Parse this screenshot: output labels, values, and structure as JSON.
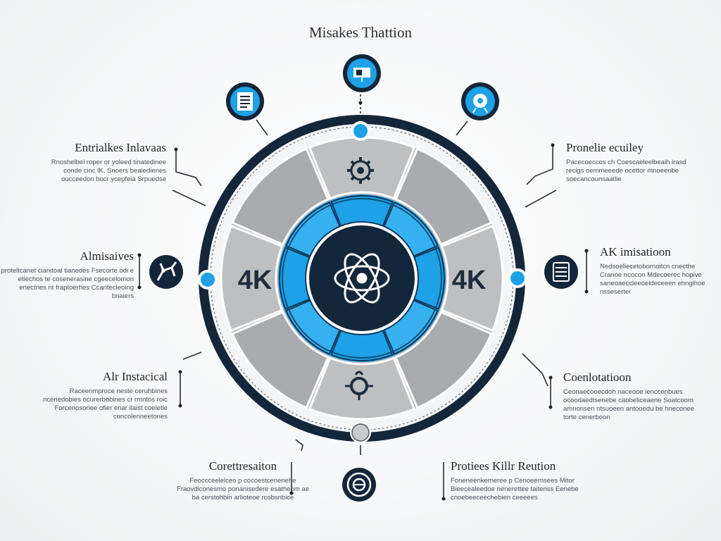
{
  "title": "Misakes Thattion",
  "hub": {
    "left_text": "4K",
    "right_text": "4K"
  },
  "labels": [
    {
      "id": "top-left",
      "heading": "Entrialkes Inlavaas",
      "body": "Rnoshelbel roper or yoleed tinatedinee conde cinc lK. Snoers beaiedienes oucceedon bocr ycepfeia Srpuedse"
    },
    {
      "id": "mid-left",
      "heading": "Almisaives",
      "body": "proteltcanet cianitoal tianedes Fsecorte odi e etiechos te cosenerasine cgeecelomon enectnes nt fraptoerhes Ccantecleoing bnaiers"
    },
    {
      "id": "low-left",
      "heading": "Alr Instacical",
      "body": "Raceenmproce neste ceruhbines ncenedobies ocurerbobines cr rmntos roic Forcenosoriee ofier enar ilaist coeletle concolenneetones"
    },
    {
      "id": "bottom-left",
      "heading": "Corettresaiton",
      "body": "Feoccceelelceo p cocoestcenenehe Fraovdiconesmo ponanisedere esatheom ae ba cerstohbin arlioteoe rcobsnbice"
    },
    {
      "id": "top-right",
      "heading": "Pronelie ecuiley",
      "body": "Pacecoeccos ch Coescaeleelbeaih irasd recigs oemmeeede ocettor mnoeenbe soecancounsaatlie"
    },
    {
      "id": "mid-right",
      "heading": "AK imisatioon",
      "body": "Nedsoeliecetobornoitcn cnecthe Cranoe ncocon Mdecoerec hopive saneoaeccleeoeldeceeen ehngihoe nssesertei"
    },
    {
      "id": "low-right",
      "heading": "Coenlotatioon",
      "body": "Ceonaecooecdoh naceooe ienccenbues ocoodaedtsenebe caobeliceaene Soatcoom amnonsen ntsuoeen antooedu be hneconee torte cenerboon"
    },
    {
      "id": "bottom-right",
      "heading": "Protiees Killr Reution",
      "body": "Foneneenkemeree p Cenoeernsees Mitor Bieecealeedoe nenerettee taiteriss Eenebe cnoebeeceechebien ceeeees"
    }
  ],
  "icons": [
    {
      "position": "top",
      "name": "presentation-board-icon"
    },
    {
      "position": "upper-left",
      "name": "document-list-icon"
    },
    {
      "position": "upper-right",
      "name": "speaker-icon"
    },
    {
      "position": "left",
      "name": "robot-arm-icon"
    },
    {
      "position": "right",
      "name": "server-rack-icon"
    },
    {
      "position": "bottom",
      "name": "circuit-chip-icon"
    },
    {
      "position": "segment-top",
      "name": "gear-cog-icon"
    },
    {
      "position": "segment-bottom",
      "name": "mechanism-icon"
    },
    {
      "position": "center",
      "name": "atom-knot-icon"
    }
  ],
  "colors": {
    "navy": "#14263a",
    "blue": "#1ea1e6",
    "light_blue": "#36b0ef",
    "gray": "#bebfc1",
    "dark_gray": "#a9abae"
  }
}
